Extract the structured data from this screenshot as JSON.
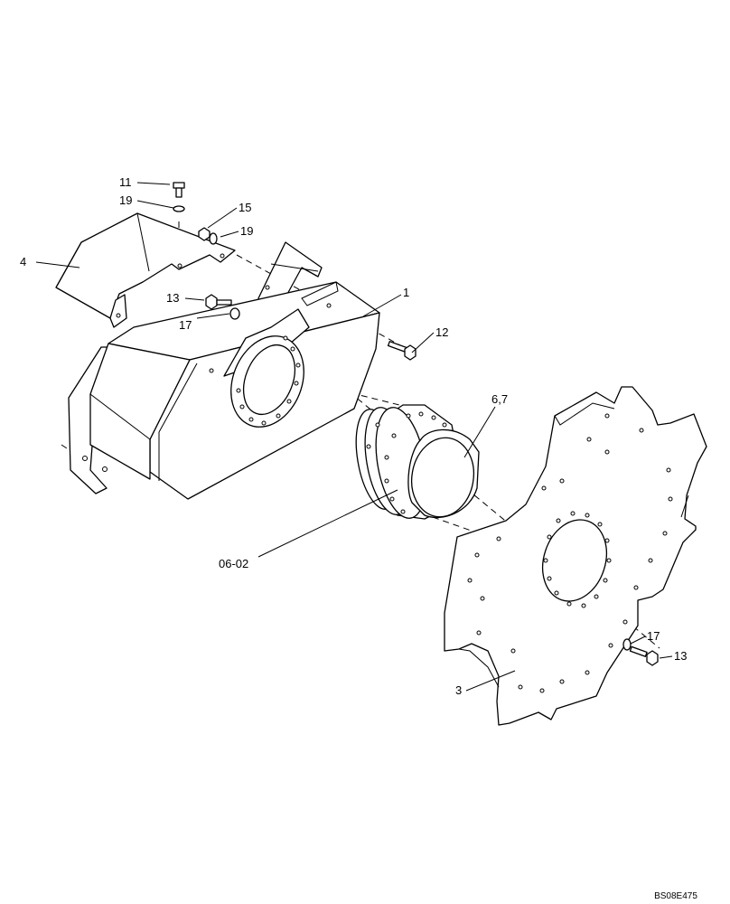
{
  "callouts": [
    {
      "id": "c11",
      "text": "11"
    },
    {
      "id": "c19a",
      "text": "19"
    },
    {
      "id": "c15",
      "text": "15"
    },
    {
      "id": "c19b",
      "text": "19"
    },
    {
      "id": "c4",
      "text": "4"
    },
    {
      "id": "c13a",
      "text": "13"
    },
    {
      "id": "c17a",
      "text": "17"
    },
    {
      "id": "c1",
      "text": "1"
    },
    {
      "id": "c12",
      "text": "12"
    },
    {
      "id": "c67",
      "text": "6,7"
    },
    {
      "id": "c0602",
      "text": "06-02"
    },
    {
      "id": "c17b",
      "text": "17"
    },
    {
      "id": "c13b",
      "text": "13"
    },
    {
      "id": "c3",
      "text": "3"
    }
  ],
  "reference_code": "BS08E475"
}
